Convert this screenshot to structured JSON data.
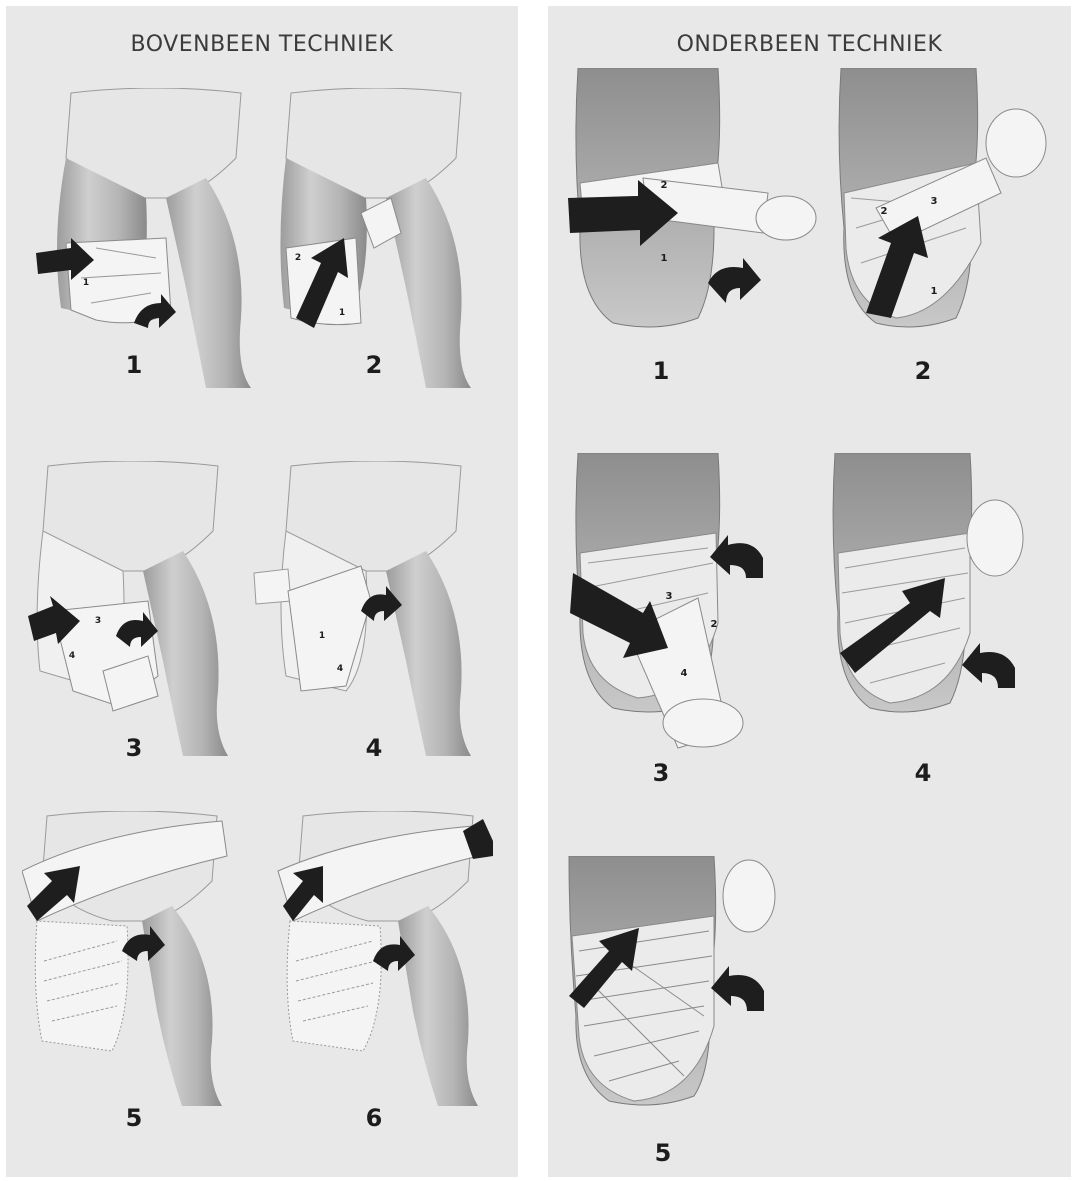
{
  "left_panel": {
    "title": "BOVENBEEN TECHNIEK",
    "steps": [
      "1",
      "2",
      "3",
      "4",
      "5",
      "6"
    ],
    "callouts": {
      "s1": [
        "1"
      ],
      "s2": [
        "2",
        "1"
      ],
      "s3": [
        "3",
        "4"
      ],
      "s4": [
        "1",
        "4"
      ]
    }
  },
  "right_panel": {
    "title": "ONDERBEEN TECHNIEK",
    "steps": [
      "1",
      "2",
      "3",
      "4",
      "5"
    ],
    "callouts": {
      "s1": [
        "2",
        "1"
      ],
      "s2": [
        "2",
        "3",
        "1"
      ],
      "s3": [
        "3",
        "2",
        "4"
      ]
    }
  },
  "colors": {
    "panel_background": "#e8e8e8",
    "page_background": "#ffffff",
    "arrow": "#1e1e1e",
    "sketch": "#8a8a8a",
    "bandage": "#f3f3f3"
  },
  "icons": [
    "arrow-icon",
    "curved-arrow-icon",
    "bandage-roll-icon"
  ]
}
